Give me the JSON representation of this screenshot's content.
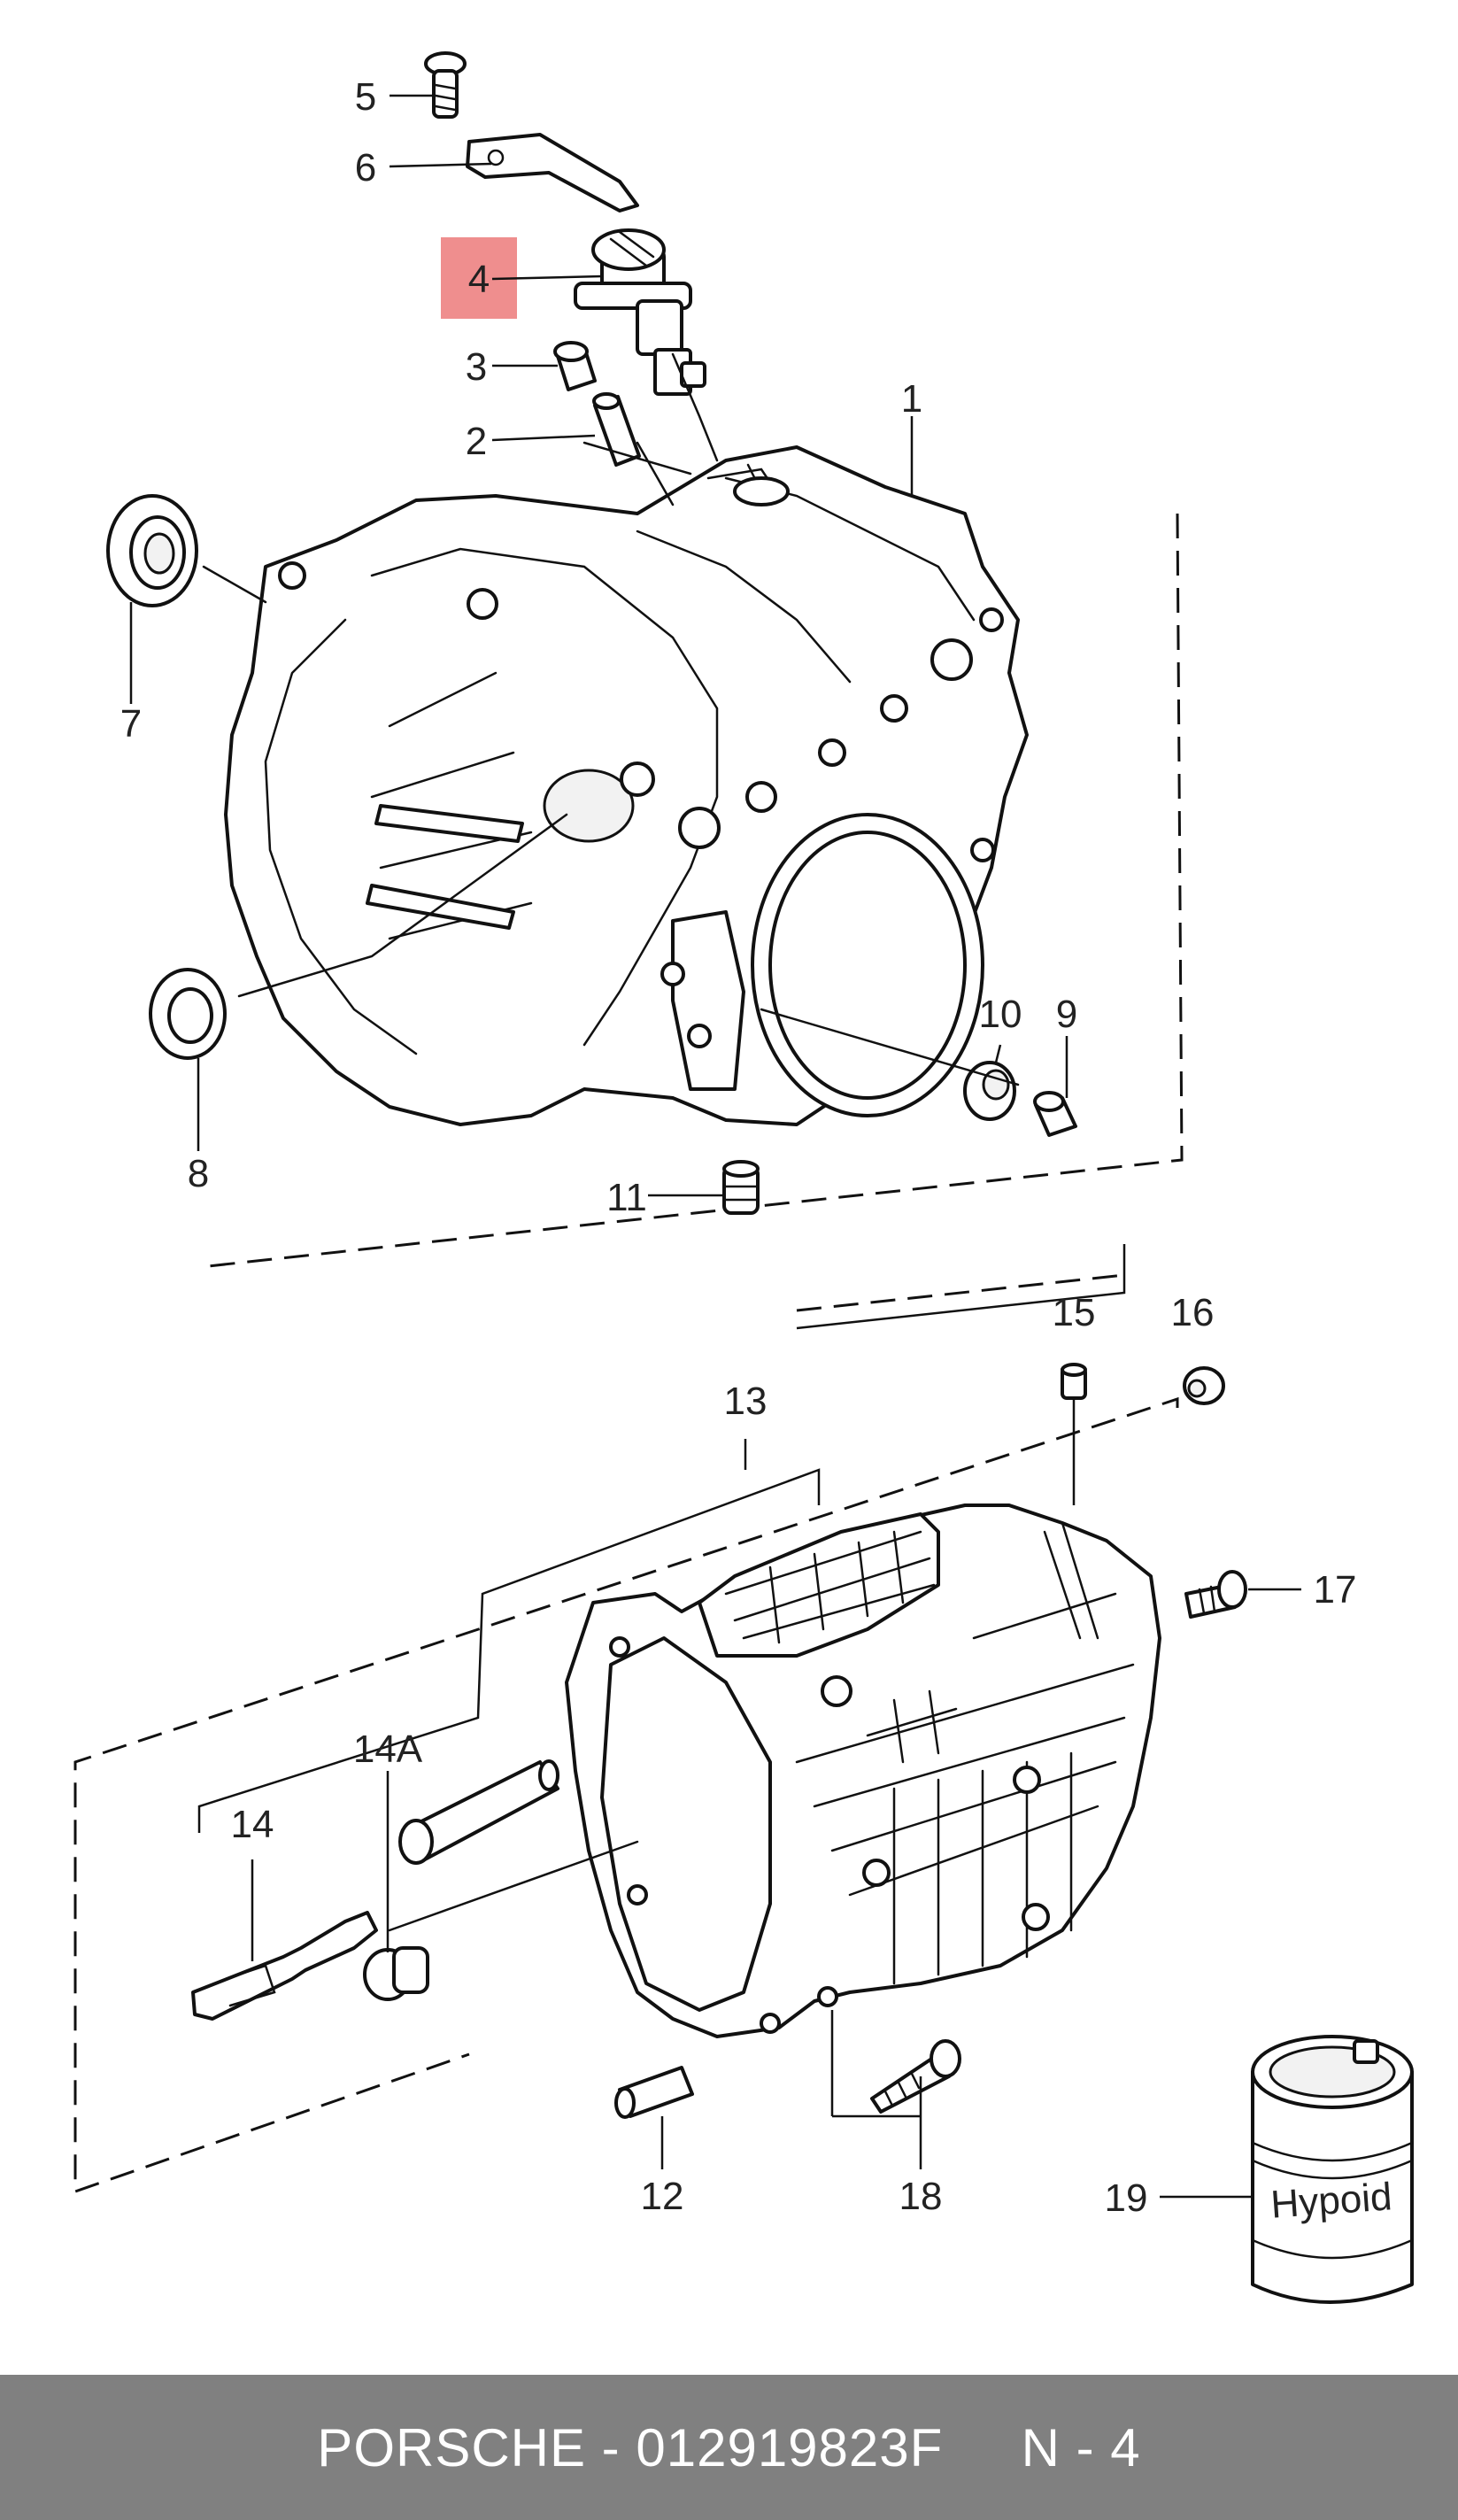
{
  "diagram": {
    "highlight_color": "#ef8e8e",
    "callouts": {
      "c1": "1",
      "c2": "2",
      "c3": "3",
      "c4": "4",
      "c5": "5",
      "c6": "6",
      "c7": "7",
      "c8": "8",
      "c9": "9",
      "c10": "10",
      "c11": "11",
      "c12": "12",
      "c13": "13",
      "c14": "14",
      "c14a": "14A",
      "c15": "15",
      "c16": "16",
      "c17": "17",
      "c18": "18",
      "c19": "19"
    },
    "drum_label": "Hypoid"
  },
  "footer": {
    "text": "PORSCHE - 012919823F     N - 4",
    "background": "#808080"
  }
}
